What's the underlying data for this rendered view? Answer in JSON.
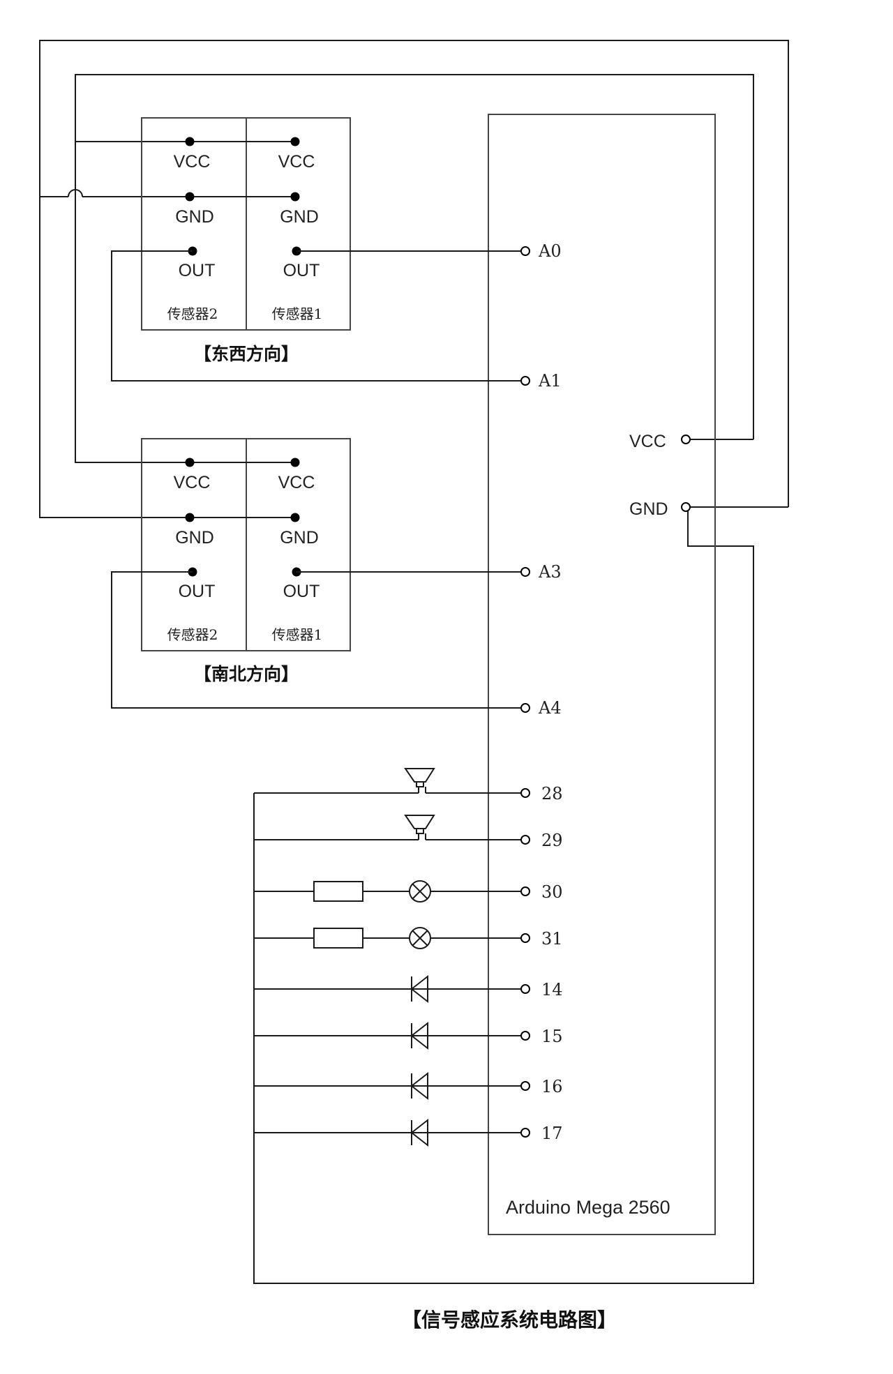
{
  "caption": "【信号感应系统电路图】",
  "board": {
    "name": "Arduino Mega 2560",
    "vcc": "VCC",
    "gnd": "GND"
  },
  "groups": [
    {
      "label": "【东西方向】",
      "sensors": [
        {
          "name": "传感器2",
          "pins": [
            "VCC",
            "GND",
            "OUT"
          ]
        },
        {
          "name": "传感器1",
          "pins": [
            "VCC",
            "GND",
            "OUT"
          ]
        }
      ]
    },
    {
      "label": "【南北方向】",
      "sensors": [
        {
          "name": "传感器2",
          "pins": [
            "VCC",
            "GND",
            "OUT"
          ]
        },
        {
          "name": "传感器1",
          "pins": [
            "VCC",
            "GND",
            "OUT"
          ]
        }
      ]
    }
  ],
  "analog_pins": [
    "A0",
    "A1",
    "A3",
    "A4"
  ],
  "buzzer_pins": [
    "28",
    "29"
  ],
  "lamp_pins": [
    "30",
    "31"
  ],
  "diode_pins": [
    "14",
    "15",
    "16",
    "17"
  ]
}
